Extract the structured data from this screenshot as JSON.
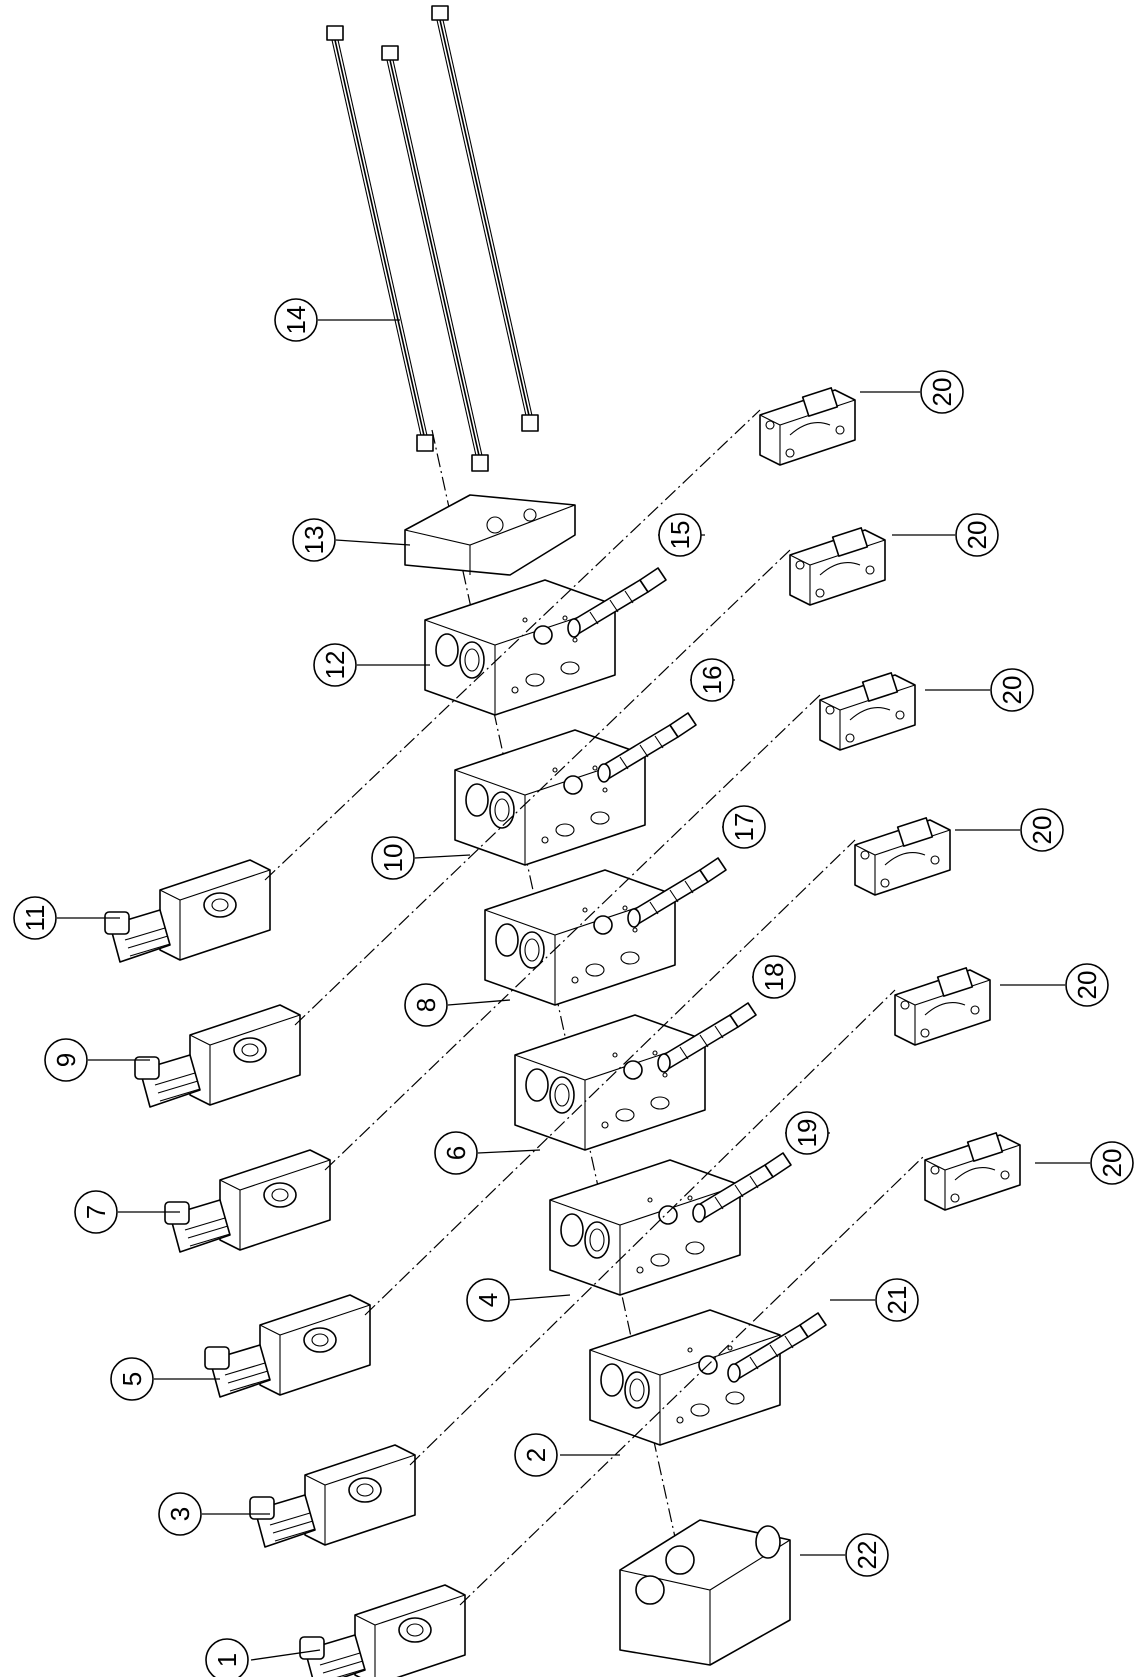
{
  "diagram": {
    "callouts": [
      {
        "id": "c1",
        "label": "1"
      },
      {
        "id": "c2",
        "label": "2"
      },
      {
        "id": "c3",
        "label": "3"
      },
      {
        "id": "c4",
        "label": "4"
      },
      {
        "id": "c5",
        "label": "5"
      },
      {
        "id": "c6",
        "label": "6"
      },
      {
        "id": "c7",
        "label": "7"
      },
      {
        "id": "c8",
        "label": "8"
      },
      {
        "id": "c9",
        "label": "9"
      },
      {
        "id": "c10",
        "label": "10"
      },
      {
        "id": "c11",
        "label": "11"
      },
      {
        "id": "c12",
        "label": "12"
      },
      {
        "id": "c13",
        "label": "13"
      },
      {
        "id": "c14",
        "label": "14"
      },
      {
        "id": "c15",
        "label": "15"
      },
      {
        "id": "c16",
        "label": "16"
      },
      {
        "id": "c17",
        "label": "17"
      },
      {
        "id": "c18",
        "label": "18"
      },
      {
        "id": "c19",
        "label": "19"
      },
      {
        "id": "c20a",
        "label": "20"
      },
      {
        "id": "c20b",
        "label": "20"
      },
      {
        "id": "c20c",
        "label": "20"
      },
      {
        "id": "c20d",
        "label": "20"
      },
      {
        "id": "c20e",
        "label": "20"
      },
      {
        "id": "c20f",
        "label": "20"
      },
      {
        "id": "c21",
        "label": "21"
      },
      {
        "id": "c22",
        "label": "22"
      }
    ]
  }
}
